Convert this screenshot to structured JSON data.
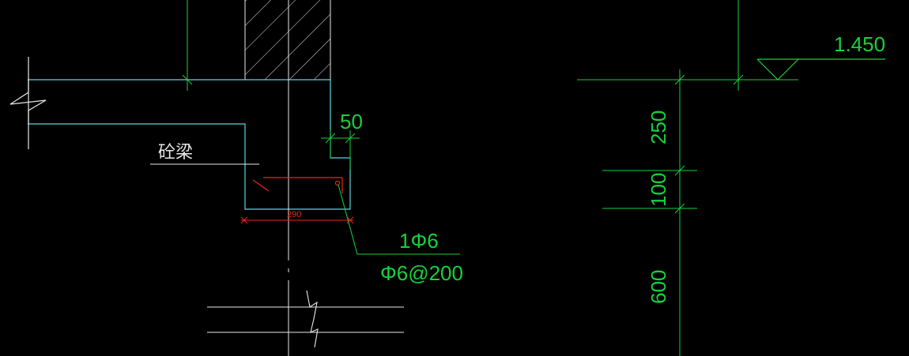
{
  "colors": {
    "background": "#000000",
    "cyan": "#5ad6e0",
    "green": "#16d23c",
    "red": "#e8271e",
    "white": "#e8e8e8"
  },
  "labels": {
    "beam_label": "砼梁",
    "dim_50": "50",
    "dim_290": "290",
    "rebar_top": "1Φ6",
    "rebar_stirrup": "Φ6@200",
    "elevation": "1.450",
    "dim_250": "250",
    "dim_100": "100",
    "dim_600": "600"
  }
}
